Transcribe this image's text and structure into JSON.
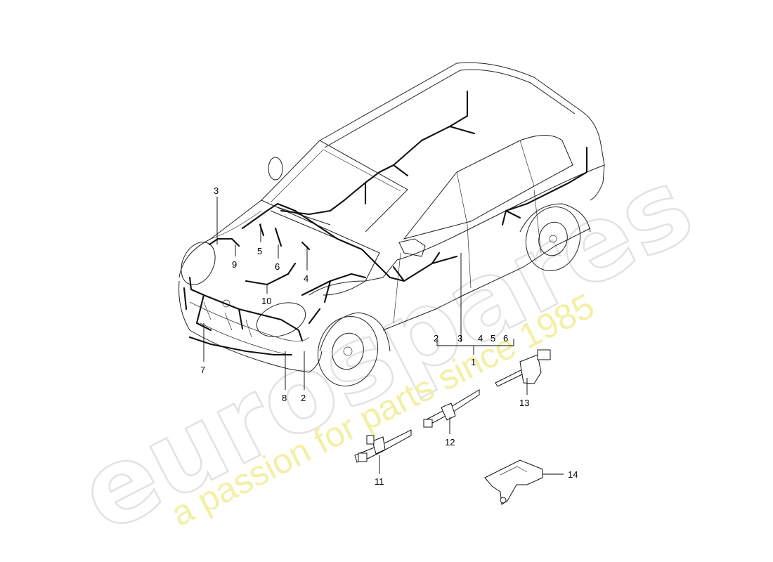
{
  "watermark": {
    "logo_text": "eurospares",
    "tagline": "a passion for parts since 1985"
  },
  "callouts": {
    "c1": "1",
    "c2a": "2",
    "c2b": "2",
    "c3a": "3",
    "c3b": "3",
    "c4a": "4",
    "c4b": "4",
    "c5a": "5",
    "c5b": "5",
    "c6a": "6",
    "c6b": "6",
    "c7": "7",
    "c8": "8",
    "c9": "9",
    "c10": "10",
    "c11": "11",
    "c12": "12",
    "c13": "13",
    "c14": "14"
  }
}
